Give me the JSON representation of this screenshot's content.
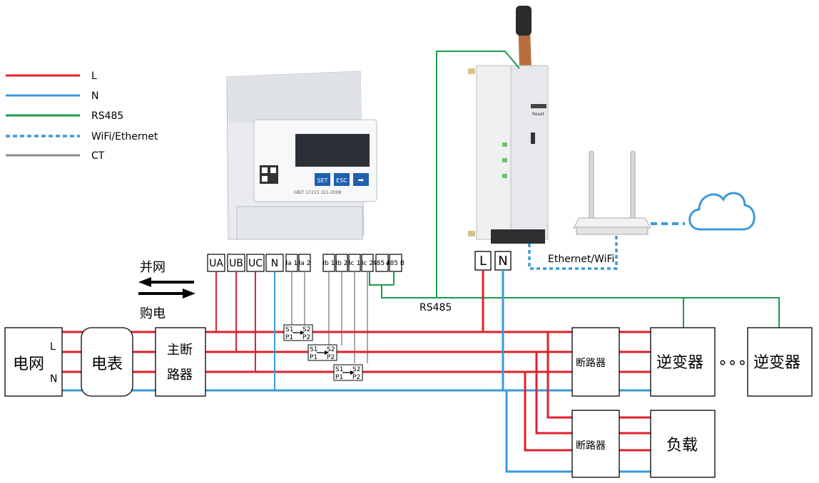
{
  "legend": {
    "items": [
      {
        "label": "L",
        "color": "#e0202a",
        "style": "solid"
      },
      {
        "label": "N",
        "color": "#3a9ad9",
        "style": "solid"
      },
      {
        "label": "RS485",
        "color": "#1d9a4a",
        "style": "solid"
      },
      {
        "label": "WiFi/Ethernet",
        "color": "#3a9ad9",
        "style": "dotted"
      },
      {
        "label": "CT",
        "color": "#8a8a8a",
        "style": "solid"
      }
    ]
  },
  "direction": {
    "export": "并网",
    "import": "购电"
  },
  "meter_terminals": [
    "UA",
    "UB",
    "UC",
    "N",
    "Ia 1",
    "Ia 2",
    "Ib 1",
    "Ib 2",
    "Ic 1",
    "Ic 2",
    "485 A",
    "485 B"
  ],
  "meter_device": {
    "buttons": [
      "SET",
      "ESC",
      "➡"
    ],
    "standard_text": "GB/T 17215.321-2008"
  },
  "boxes": {
    "grid": "电网",
    "grid_l": "L",
    "grid_n": "N",
    "meter": "电表",
    "main_breaker_line1": "主断",
    "main_breaker_line2": "路器",
    "breaker_inv": "断路器",
    "inverter_1": "逆变器",
    "inverter_2": "逆变器",
    "breaker_load": "断路器",
    "load": "负载",
    "ellipsis": "∘∘∘"
  },
  "logger": {
    "terminal_l": "L",
    "terminal_n": "N",
    "reset_text": "Reset"
  },
  "labels": {
    "rs485": "RS485",
    "ethernet_wifi": "Ethernet/WiFi"
  },
  "ct": {
    "s1": "S1",
    "s2": "S2",
    "p1": "P1",
    "p2": "P2"
  },
  "colors": {
    "L": "#e0202a",
    "N": "#3a9ad9",
    "RS485": "#1d9a4a",
    "CT": "#8a8a8a"
  }
}
